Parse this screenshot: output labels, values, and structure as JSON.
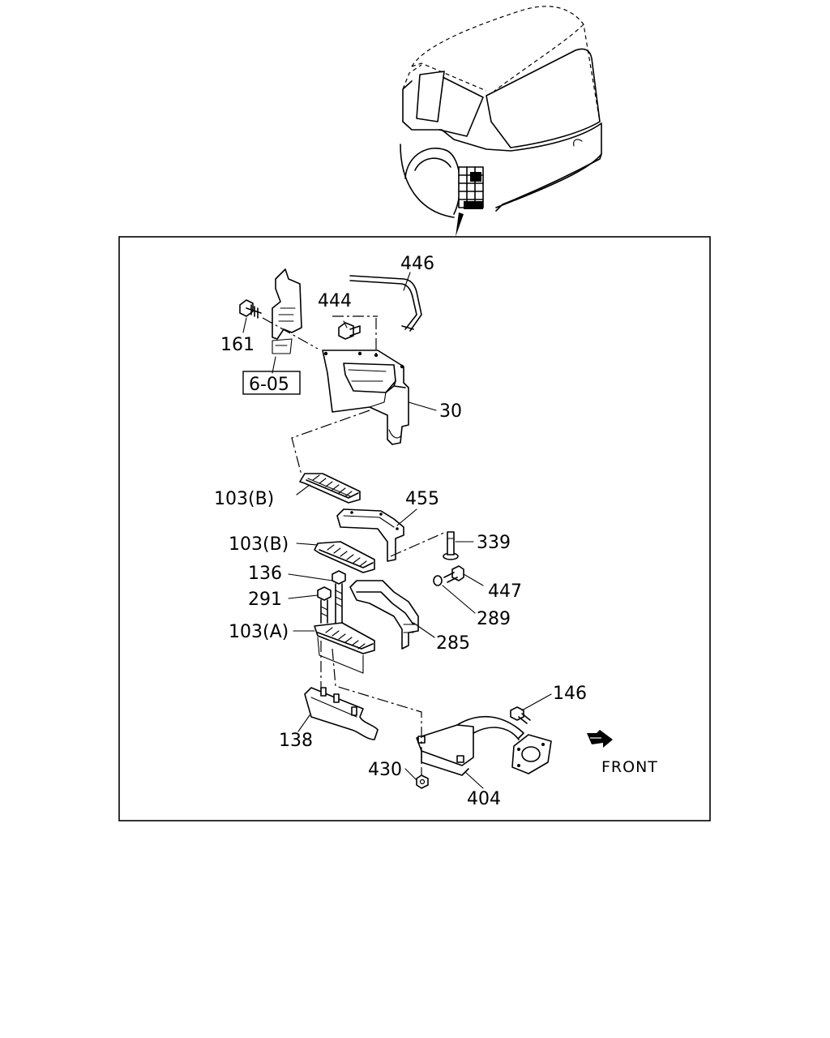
{
  "callouts": {
    "c446": "446",
    "c444": "444",
    "c161": "161",
    "c605": "6-05",
    "c30": "30",
    "c103b_1": "103(B)",
    "c455": "455",
    "c103b_2": "103(B)",
    "c339": "339",
    "c136": "136",
    "c447": "447",
    "c291": "291",
    "c289": "289",
    "c103a": "103(A)",
    "c285": "285",
    "c146": "146",
    "c138": "138",
    "c430": "430",
    "c404": "404"
  },
  "direction": {
    "front_label": "FRONT"
  }
}
